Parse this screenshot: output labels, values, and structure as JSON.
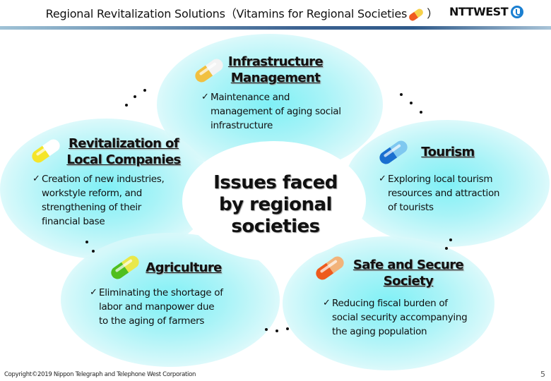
{
  "header": {
    "title": "Regional Revitalization Solutions（Vitamins for Regional Societies",
    "title_close": "）",
    "logo_text": "NTTWEST",
    "logo_icon": "ntt-logo-icon",
    "bar_colors": [
      "#9fc2d6",
      "#3c6291",
      "#a9c4d8"
    ]
  },
  "center": {
    "lines": [
      "Issues faced",
      "by regional",
      "societies"
    ]
  },
  "cards": [
    {
      "id": "infrastructure",
      "title_lines": [
        "Infrastructure",
        "Management"
      ],
      "description_lines": [
        "Maintenance and",
        "management of aging social",
        "infrastructure"
      ],
      "pill_colors": [
        "#f3f3f3",
        "#f1c040"
      ],
      "icon": "capsule-icon"
    },
    {
      "id": "local-companies",
      "title_lines": [
        "Revitalization of",
        "Local Companies"
      ],
      "description_lines": [
        "Creation of new industries,",
        "workstyle reform, and",
        "strengthening of their",
        "financial base"
      ],
      "pill_colors": [
        "#ffffff",
        "#f5e52a"
      ],
      "icon": "capsule-icon"
    },
    {
      "id": "tourism",
      "title_lines": [
        "Tourism"
      ],
      "description_lines": [
        "Exploring local tourism",
        "resources and attraction",
        "of  tourists"
      ],
      "pill_colors": [
        "#7fc8f0",
        "#1a6fd0"
      ],
      "icon": "capsule-icon"
    },
    {
      "id": "agriculture",
      "title_lines": [
        "Agriculture"
      ],
      "description_lines": [
        "Eliminating the shortage of",
        "labor and manpower due",
        "to the aging of farmers"
      ],
      "pill_colors": [
        "#e9e84a",
        "#4fbf1e"
      ],
      "icon": "capsule-icon"
    },
    {
      "id": "safe-secure",
      "title_lines": [
        "Safe and Secure",
        "Society"
      ],
      "description_lines": [
        "Reducing fiscal burden of",
        "social security accompanying",
        "the aging population"
      ],
      "pill_colors": [
        "#f2b37a",
        "#ee5a1c"
      ],
      "icon": "capsule-icon"
    }
  ],
  "check_mark": "✓",
  "footer": {
    "copyright": "Copyright©2019 Nippon Telegraph and Telephone West Corporation",
    "page_number": "5"
  },
  "colors": {
    "bubble": "#7ff0f6",
    "text": "#111111",
    "logo_blue": "#1a7fd1"
  }
}
